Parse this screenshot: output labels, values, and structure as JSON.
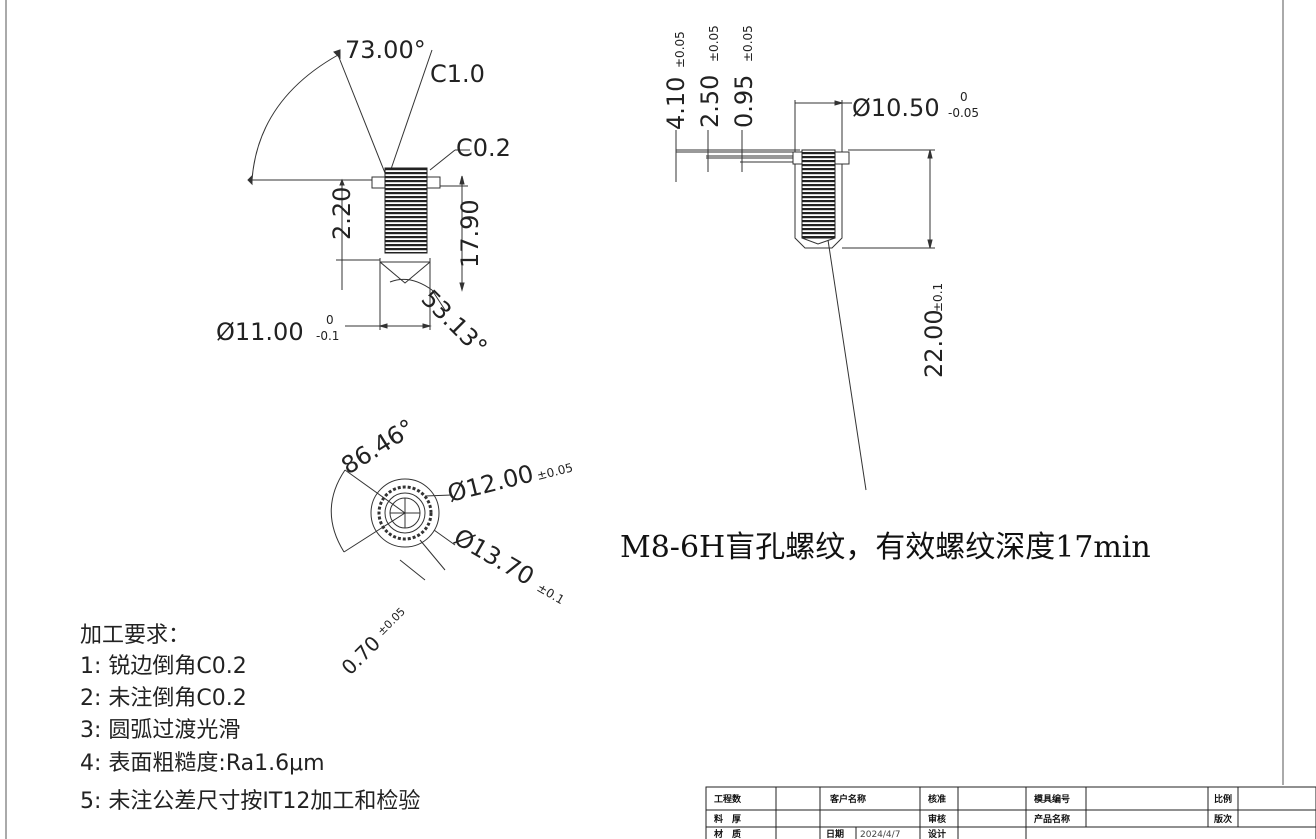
{
  "front_view": {
    "angle_top": "73.00°",
    "chamfer_main": "C1.0",
    "chamfer_small": "C0.2",
    "height_head": "2.20",
    "length_body": "17.90",
    "cone_angle": "53.13°",
    "diameter_body": "Ø11.00",
    "diameter_body_tol_upper": "0",
    "diameter_body_tol_lower": "-0.1"
  },
  "section_view": {
    "dim_a": "4.10",
    "dim_a_tol": "±0.05",
    "dim_b": "2.50",
    "dim_b_tol": "±0.05",
    "dim_c": "0.95",
    "dim_c_tol": "±0.05",
    "diameter_flange": "Ø10.50",
    "diameter_flange_tol_upper": "0",
    "diameter_flange_tol_lower": "-0.05",
    "total_length": "22.00",
    "total_length_tol": "±0.1"
  },
  "top_view": {
    "angle": "86.46°",
    "diameter_inner": "Ø12.00",
    "diameter_inner_tol": "±0.05",
    "diameter_outer": "Ø13.70",
    "diameter_outer_tol": "±0.1",
    "knurl_depth": "0.70",
    "knurl_depth_tol": "±0.05"
  },
  "thread_note": "M8-6H盲孔螺纹，有效螺纹深度17min",
  "requirements": {
    "title": "加工要求：",
    "items": [
      "1: 锐边倒角C0.2",
      "2: 未注倒角C0.2",
      "3: 圆弧过渡光滑",
      "4: 表面粗糙度:Ra1.6μm",
      "5: 未注公差尺寸按IT12加工和检验"
    ]
  },
  "title_block": {
    "row1": [
      "工程数",
      "",
      "客户名称",
      "",
      "核准",
      "",
      "模具编号",
      "",
      "比例",
      ""
    ],
    "row2": [
      "料　厚",
      "",
      "",
      "",
      "审核",
      "",
      "产品名称",
      "",
      "版次",
      ""
    ],
    "row3": [
      "材　质",
      "",
      "日期",
      "2024/4/7",
      "设计",
      "",
      "",
      "",
      "",
      ""
    ]
  }
}
